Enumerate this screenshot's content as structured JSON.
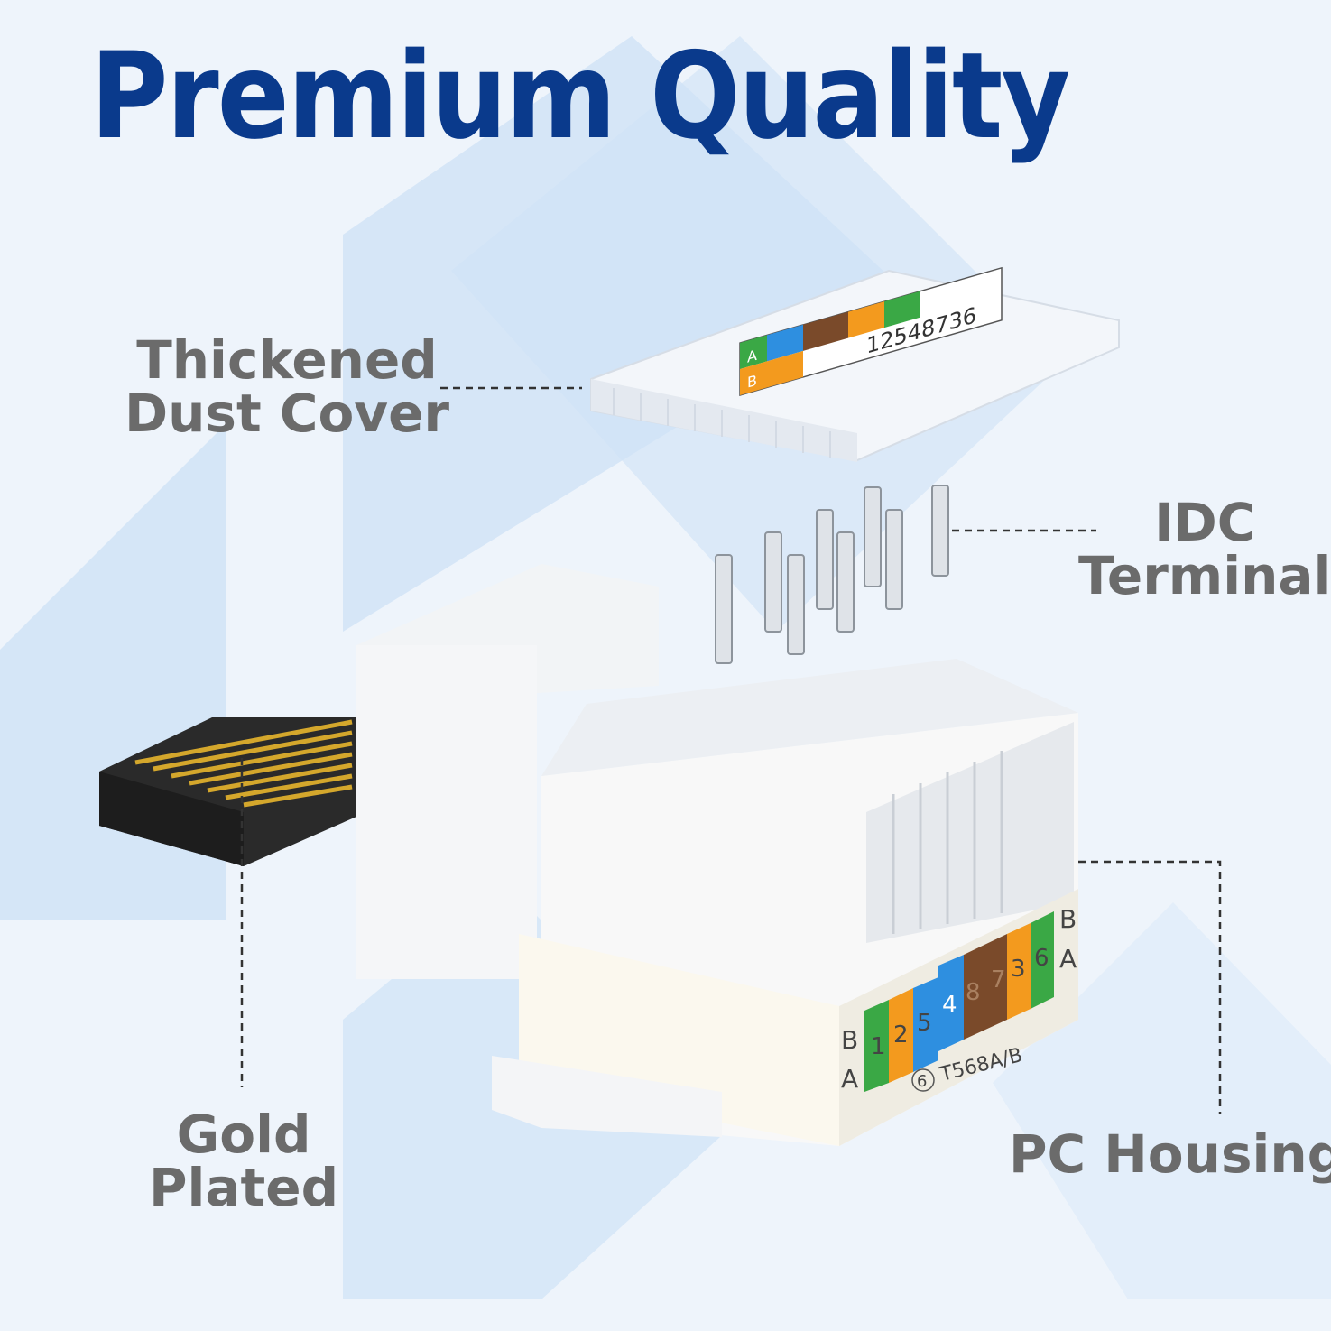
{
  "title": "Premium Quality",
  "labels": {
    "dust_cover": [
      "Thickened",
      "Dust Cover"
    ],
    "idc_terminal": [
      "IDC",
      "Terminal"
    ],
    "gold_plated": [
      "Gold",
      "Plated"
    ],
    "pc_housing": "PC Housing"
  },
  "cover_print": {
    "pins": "12548736",
    "a": "A",
    "b": "B"
  },
  "housing_print": {
    "pins_left": [
      "1",
      "2",
      "5",
      "4",
      "8"
    ],
    "pins_right": [
      "7",
      "3",
      "6"
    ],
    "row_b": "B",
    "row_a": "A",
    "standard": "T568A/B",
    "category": "6"
  },
  "colors": {
    "title": "#0a3a8c",
    "label": "#6b6b6b",
    "orange": "#f39a1e",
    "green": "#3aa845",
    "blue": "#2e8fe0",
    "brown": "#7a4a2a"
  }
}
